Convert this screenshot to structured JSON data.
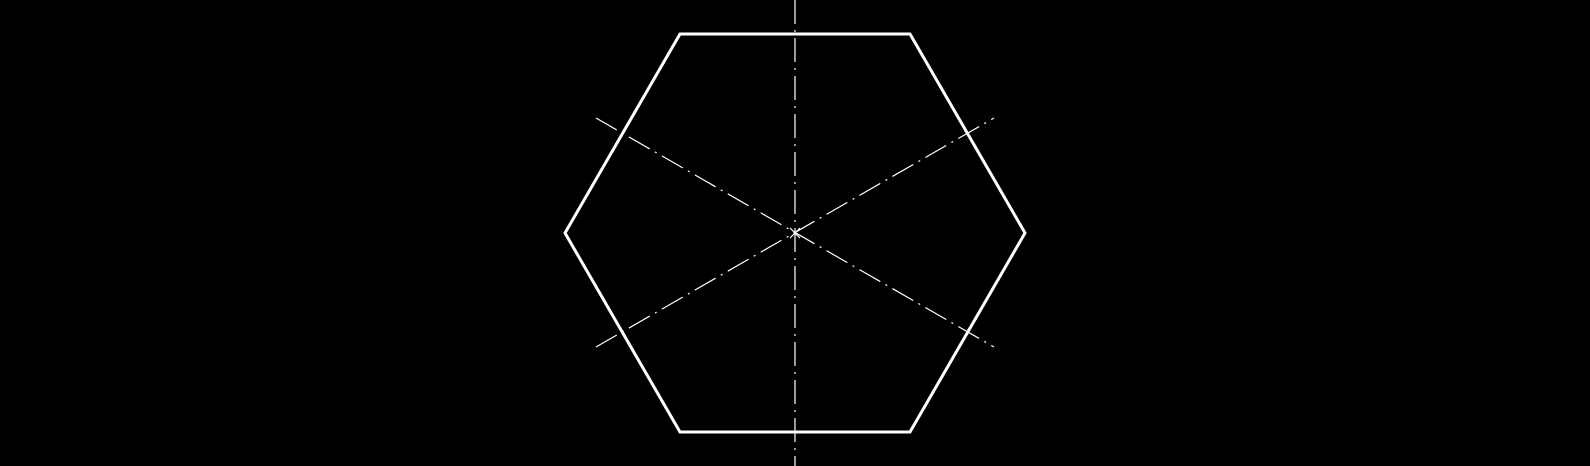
{
  "drawing": {
    "background_color": "#000000",
    "line_color": "#ffffff",
    "shape": "hexagon",
    "outline_style": "solid",
    "centerline_style": "dash-dot",
    "centerline_count": 3,
    "center_marker": "x-mark"
  }
}
